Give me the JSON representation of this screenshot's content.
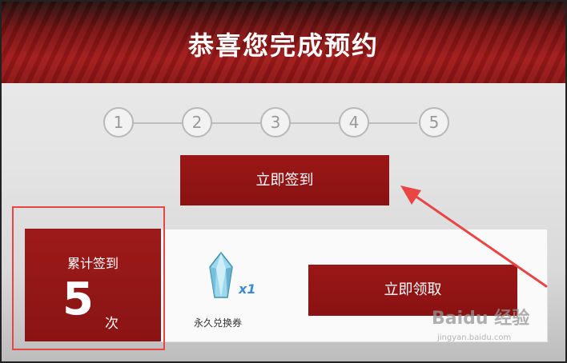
{
  "header": {
    "title": "恭喜您完成预约"
  },
  "steps": [
    "1",
    "2",
    "3",
    "4",
    "5"
  ],
  "checkin_button": {
    "label": "立即签到"
  },
  "cumulative": {
    "label": "累计签到",
    "count": "5",
    "unit": "次"
  },
  "reward": {
    "multiplier": "x1",
    "name": "永久兑换券",
    "icon": "crystal-icon"
  },
  "claim_button": {
    "label": "立即领取"
  },
  "watermark": {
    "text": "Baidu 经验",
    "url": "jingyan.baidu.com"
  },
  "colors": {
    "brand_red": "#8f1414",
    "annotation_red": "#e84545",
    "step_gray": "#b8b8b8"
  }
}
